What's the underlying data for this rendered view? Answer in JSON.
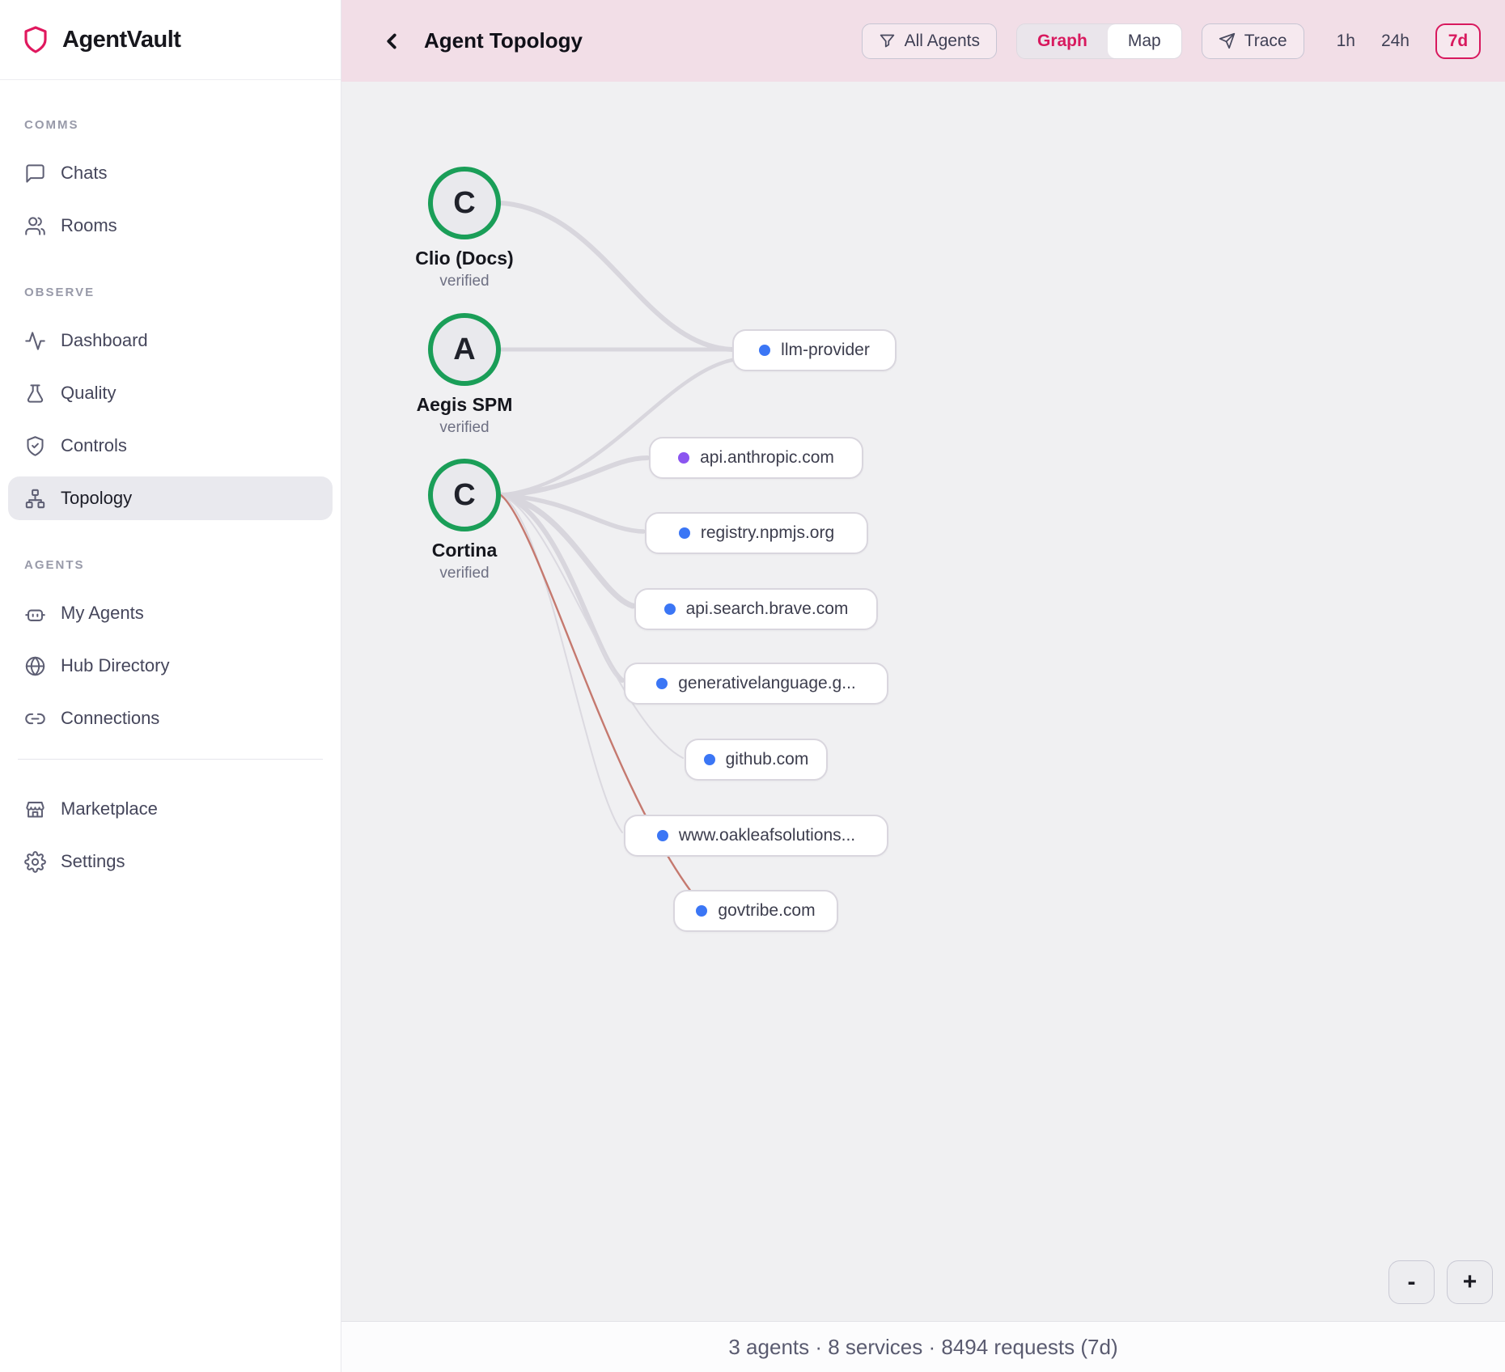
{
  "brand": {
    "name": "AgentVault"
  },
  "sidebar": {
    "sections": [
      {
        "label": "COMMS",
        "items": [
          {
            "label": "Chats",
            "icon": "chat"
          },
          {
            "label": "Rooms",
            "icon": "users"
          }
        ]
      },
      {
        "label": "OBSERVE",
        "items": [
          {
            "label": "Dashboard",
            "icon": "activity"
          },
          {
            "label": "Quality",
            "icon": "flask"
          },
          {
            "label": "Controls",
            "icon": "shield-check"
          },
          {
            "label": "Topology",
            "icon": "sitemap",
            "active": true
          }
        ]
      },
      {
        "label": "AGENTS",
        "items": [
          {
            "label": "My Agents",
            "icon": "robot"
          },
          {
            "label": "Hub Directory",
            "icon": "globe"
          },
          {
            "label": "Connections",
            "icon": "link"
          }
        ]
      }
    ],
    "footer_items": [
      {
        "label": "Marketplace",
        "icon": "store"
      },
      {
        "label": "Settings",
        "icon": "gear"
      }
    ]
  },
  "header": {
    "title": "Agent Topology",
    "filter_button": "All Agents",
    "view_toggle": {
      "options": [
        "Graph",
        "Map"
      ],
      "selected": "Graph"
    },
    "trace_button": "Trace",
    "time_ranges": [
      {
        "label": "1h",
        "selected": false
      },
      {
        "label": "24h",
        "selected": false
      },
      {
        "label": "7d",
        "selected": true
      }
    ]
  },
  "graph": {
    "agents": [
      {
        "initial": "C",
        "name": "Clio (Docs)",
        "status": "verified"
      },
      {
        "initial": "A",
        "name": "Aegis SPM",
        "status": "verified"
      },
      {
        "initial": "C",
        "name": "Cortina",
        "status": "verified"
      }
    ],
    "services": [
      {
        "label": "llm-provider",
        "dot_color": "#3b76f5"
      },
      {
        "label": "api.anthropic.com",
        "dot_color": "#8b55f0"
      },
      {
        "label": "registry.npmjs.org",
        "dot_color": "#3b76f5"
      },
      {
        "label": "api.search.brave.com",
        "dot_color": "#3b76f5"
      },
      {
        "label": "generativelanguage.g...",
        "dot_color": "#3b76f5"
      },
      {
        "label": "github.com",
        "dot_color": "#3b76f5"
      },
      {
        "label": "www.oakleafsolutions...",
        "dot_color": "#3b76f5"
      },
      {
        "label": "govtribe.com",
        "dot_color": "#3b76f5"
      }
    ]
  },
  "zoom_controls": {
    "zoom_out": "-",
    "zoom_in": "+"
  },
  "status_bar": {
    "text": "3 agents · 8 services · 8494 requests (7d)"
  },
  "colors": {
    "accent": "#d8195e",
    "header_bg": "#f2dee7",
    "verified_ring": "#1a9e58",
    "service_dot_blue": "#3b76f5",
    "service_dot_purple": "#8b55f0",
    "edge_gray": "#d8d6dd",
    "edge_alert": "#c5796f"
  }
}
